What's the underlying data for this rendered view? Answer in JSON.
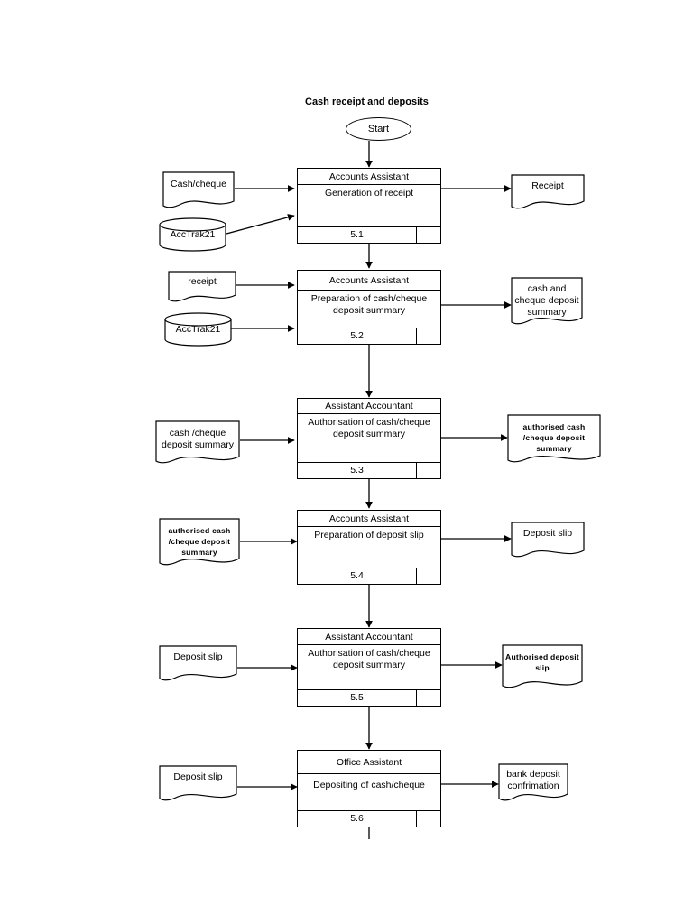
{
  "diagram": {
    "title": "Cash receipt and deposits",
    "start_label": "Start"
  },
  "stages": [
    {
      "id": "5.1",
      "role": "Accounts Assistant",
      "activity": "Generation of receipt",
      "inputs": [
        {
          "type": "document",
          "label": "Cash/cheque",
          "bold": false
        },
        {
          "type": "datastore",
          "label": "AccTrak21"
        }
      ],
      "outputs": [
        {
          "type": "document",
          "label": "Receipt",
          "bold": false
        }
      ]
    },
    {
      "id": "5.2",
      "role": "Accounts Assistant",
      "activity": "Preparation of cash/cheque deposit summary",
      "activity_line1": "Preparation of cash/cheque",
      "activity_line2": "deposit summary",
      "inputs": [
        {
          "type": "document",
          "label": "receipt",
          "bold": false
        },
        {
          "type": "datastore",
          "label": "AccTrak21"
        }
      ],
      "outputs": [
        {
          "type": "document",
          "label": "cash and cheque deposit summary",
          "bold": false
        }
      ]
    },
    {
      "id": "5.3",
      "role": "Assistant Accountant",
      "activity": "Authorisation of cash/cheque deposit summary",
      "activity_line1": "Authorisation of cash/cheque",
      "activity_line2": "deposit summary",
      "inputs": [
        {
          "type": "document",
          "label": "cash /cheque deposit summary",
          "bold": false
        }
      ],
      "outputs": [
        {
          "type": "document",
          "label": "authorised cash /cheque deposit summary",
          "bold": true
        }
      ]
    },
    {
      "id": "5.4",
      "role": "Accounts Assistant",
      "activity": "Preparation of deposit slip",
      "inputs": [
        {
          "type": "document",
          "label": "authorised cash /cheque deposit summary",
          "bold": true
        }
      ],
      "outputs": [
        {
          "type": "document",
          "label": "Deposit slip",
          "bold": false
        }
      ]
    },
    {
      "id": "5.5",
      "role": "Assistant Accountant",
      "activity": "Authorisation of cash/cheque deposit summary",
      "activity_line1": "Authorisation of cash/cheque",
      "activity_line2": "deposit summary",
      "inputs": [
        {
          "type": "document",
          "label": "Deposit slip",
          "bold": false
        }
      ],
      "outputs": [
        {
          "type": "document",
          "label": "Authorised deposit slip",
          "bold": true
        }
      ]
    },
    {
      "id": "5.6",
      "role": "Office Assistant",
      "activity": "Depositing of cash/cheque",
      "inputs": [
        {
          "type": "document",
          "label": "Deposit slip",
          "bold": false
        }
      ],
      "outputs": [
        {
          "type": "document",
          "label": "bank deposit confrimation",
          "bold": false
        }
      ]
    }
  ],
  "labels": {
    "s1_in_doc": "Cash/cheque",
    "s1_in_db": "AccTrak21",
    "s1_out": "Receipt",
    "s1_role": "Accounts Assistant",
    "s1_act": "Generation of receipt",
    "s1_id": "5.1",
    "s2_in_doc": "receipt",
    "s2_in_db": "AccTrak21",
    "s2_out_l1": "cash and",
    "s2_out_l2": "cheque deposit",
    "s2_out_l3": "summary",
    "s2_role": "Accounts Assistant",
    "s2_act_l1": "Preparation of cash/cheque",
    "s2_act_l2": "deposit summary",
    "s2_id": "5.2",
    "s3_in_l1": "cash /cheque",
    "s3_in_l2": "deposit summary",
    "s3_out_l1": "authorised cash",
    "s3_out_l2": "/cheque deposit",
    "s3_out_l3": "summary",
    "s3_role": "Assistant Accountant",
    "s3_act_l1": "Authorisation of cash/cheque",
    "s3_act_l2": "deposit summary",
    "s3_id": "5.3",
    "s4_in_l1": "authorised cash",
    "s4_in_l2": "/cheque deposit",
    "s4_in_l3": "summary",
    "s4_out": "Deposit slip",
    "s4_role": "Accounts Assistant",
    "s4_act": "Preparation of deposit slip",
    "s4_id": "5.4",
    "s5_in": "Deposit slip",
    "s5_out_l1": "Authorised deposit",
    "s5_out_l2": "slip",
    "s5_role": "Assistant Accountant",
    "s5_act_l1": "Authorisation of cash/cheque",
    "s5_act_l2": "deposit summary",
    "s5_id": "5.5",
    "s6_in": "Deposit slip",
    "s6_out_l1": "bank deposit",
    "s6_out_l2": "confrimation",
    "s6_role": "Office Assistant",
    "s6_act": "Depositing of cash/cheque",
    "s6_id": "5.6"
  },
  "colors": {
    "stroke": "#000000",
    "background": "#ffffff"
  }
}
